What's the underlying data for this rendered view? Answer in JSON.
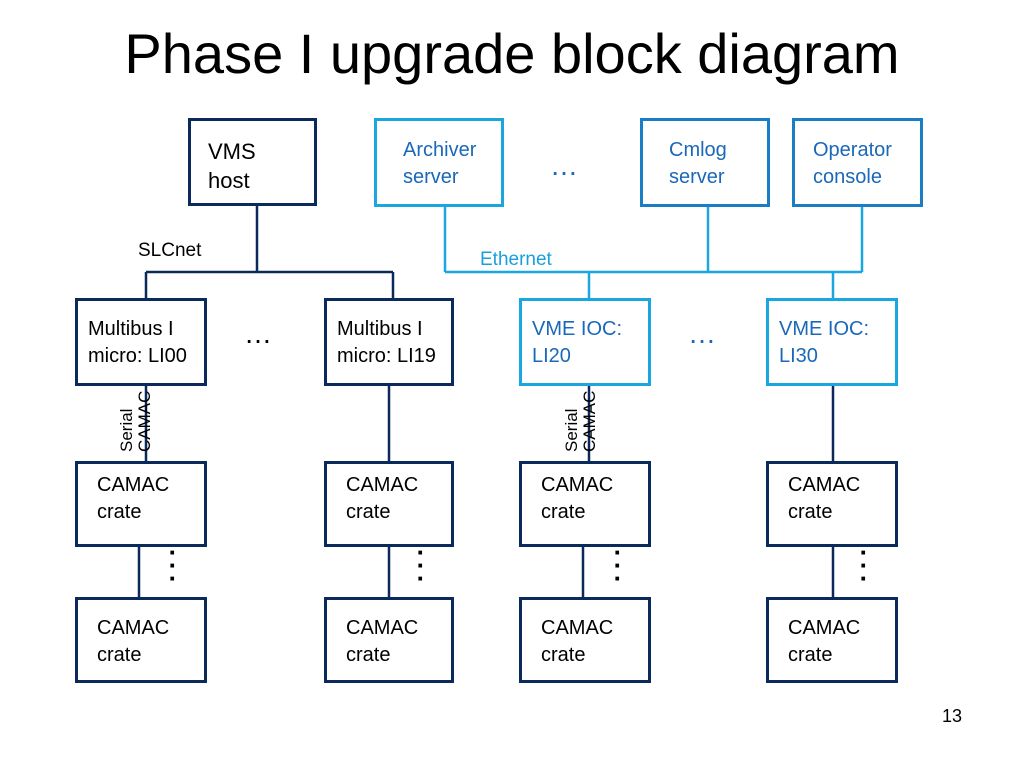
{
  "slide": {
    "title": "Phase I upgrade block diagram",
    "page_number": "13"
  },
  "nodes": {
    "vms_host": "VMS\nhost",
    "archiver": "Archiver\nserver",
    "cmlog": "Cmlog\nserver",
    "operator": "Operator\nconsole",
    "multibus_li00": "Multibus I\nmicro: LI00",
    "multibus_li19": "Multibus I\nmicro: LI19",
    "vme_li20": "VME IOC:\nLI20",
    "vme_li30": "VME IOC:\nLI30",
    "camac_crate": "CAMAC\ncrate"
  },
  "labels": {
    "slcnet": "SLCnet",
    "ethernet": "Ethernet",
    "serial_camac": "Serial\nCAMAC",
    "ellipsis": "…",
    "vertical_ellipsis": "·\n·\n·"
  },
  "colors": {
    "legacy_line": "#0a2a5c",
    "ethernet_line": "#1aa7e0",
    "new_text": "#1a68b8"
  }
}
